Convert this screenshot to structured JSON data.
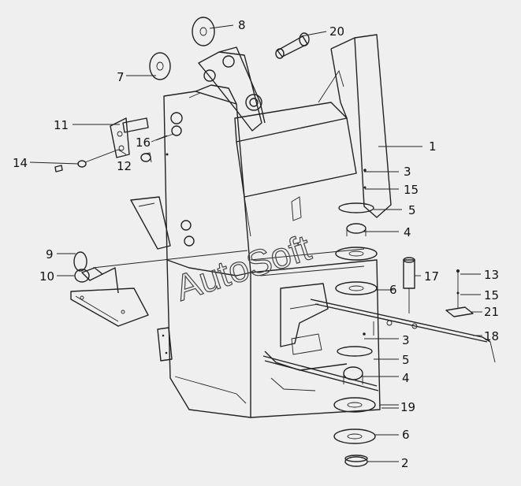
{
  "watermark": "AutoSoft",
  "callouts": [
    {
      "id": "1",
      "label": "1"
    },
    {
      "id": "2",
      "label": "2"
    },
    {
      "id": "3a",
      "label": "3"
    },
    {
      "id": "3b",
      "label": "3"
    },
    {
      "id": "4a",
      "label": "4"
    },
    {
      "id": "4b",
      "label": "4"
    },
    {
      "id": "5a",
      "label": "5"
    },
    {
      "id": "5b",
      "label": "5"
    },
    {
      "id": "6a",
      "label": "6"
    },
    {
      "id": "6b",
      "label": "6"
    },
    {
      "id": "7",
      "label": "7"
    },
    {
      "id": "8",
      "label": "8"
    },
    {
      "id": "9",
      "label": "9"
    },
    {
      "id": "10",
      "label": "10"
    },
    {
      "id": "11",
      "label": "11"
    },
    {
      "id": "12",
      "label": "12"
    },
    {
      "id": "13",
      "label": "13"
    },
    {
      "id": "14",
      "label": "14"
    },
    {
      "id": "15a",
      "label": "15"
    },
    {
      "id": "15b",
      "label": "15"
    },
    {
      "id": "16",
      "label": "16"
    },
    {
      "id": "17",
      "label": "17"
    },
    {
      "id": "18",
      "label": "18"
    },
    {
      "id": "19",
      "label": "19"
    },
    {
      "id": "20",
      "label": "20"
    },
    {
      "id": "21",
      "label": "21"
    }
  ]
}
